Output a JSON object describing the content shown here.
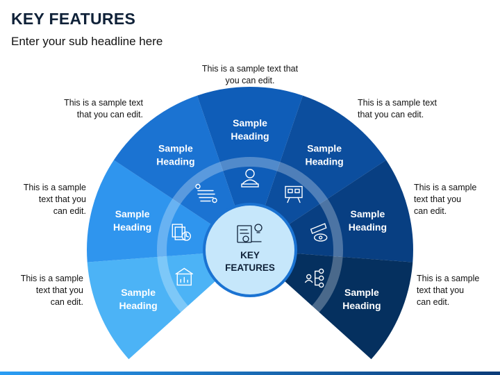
{
  "title": "KEY FEATURES",
  "subtitle": "Enter your sub headline here",
  "center": {
    "line1": "KEY",
    "line2": "FEATURES"
  },
  "segments": [
    {
      "heading_line1": "Sample",
      "heading_line2": "Heading",
      "color": "#4cb3f6",
      "icon": "building-chart-icon"
    },
    {
      "heading_line1": "Sample",
      "heading_line2": "Heading",
      "color": "#2f95ee",
      "icon": "documents-clock-icon"
    },
    {
      "heading_line1": "Sample",
      "heading_line2": "Heading",
      "color": "#1b73d2",
      "icon": "route-path-icon"
    },
    {
      "heading_line1": "Sample",
      "heading_line2": "Heading",
      "color": "#0f5db8",
      "icon": "person-laptop-icon"
    },
    {
      "heading_line1": "Sample",
      "heading_line2": "Heading",
      "color": "#0c4e9e",
      "icon": "presentation-board-icon"
    },
    {
      "heading_line1": "Sample",
      "heading_line2": "Heading",
      "color": "#083f82",
      "icon": "telescope-eye-icon"
    },
    {
      "heading_line1": "Sample",
      "heading_line2": "Heading",
      "color": "#05305f",
      "icon": "hierarchy-people-icon"
    }
  ],
  "notes": [
    {
      "lines": [
        "This is a sample",
        "text that you",
        "can edit."
      ]
    },
    {
      "lines": [
        "This is a sample",
        "text that you",
        "can edit."
      ]
    },
    {
      "lines": [
        "This is a sample text",
        "that you can edit."
      ]
    },
    {
      "lines": [
        "This is a sample text that",
        "you can edit."
      ]
    },
    {
      "lines": [
        "This is a sample text",
        "that you can edit."
      ]
    },
    {
      "lines": [
        "This is a sample",
        "text that you",
        "can edit."
      ]
    },
    {
      "lines": [
        "This is a sample",
        "text that you",
        "can edit."
      ]
    }
  ]
}
